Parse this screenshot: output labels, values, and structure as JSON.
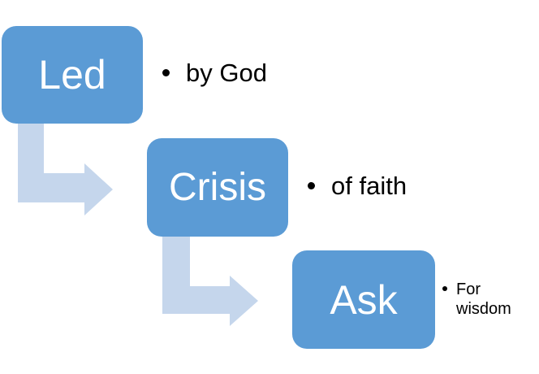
{
  "colors": {
    "box_fill": "#5b9bd5",
    "arrow_fill": "#c5d6ec",
    "box_text": "#ffffff",
    "bullet_text": "#000000"
  },
  "steps": [
    {
      "label": "Led",
      "note": "by God"
    },
    {
      "label": "Crisis",
      "note": "of faith"
    },
    {
      "label": "Ask",
      "note": "For wisdom"
    }
  ]
}
